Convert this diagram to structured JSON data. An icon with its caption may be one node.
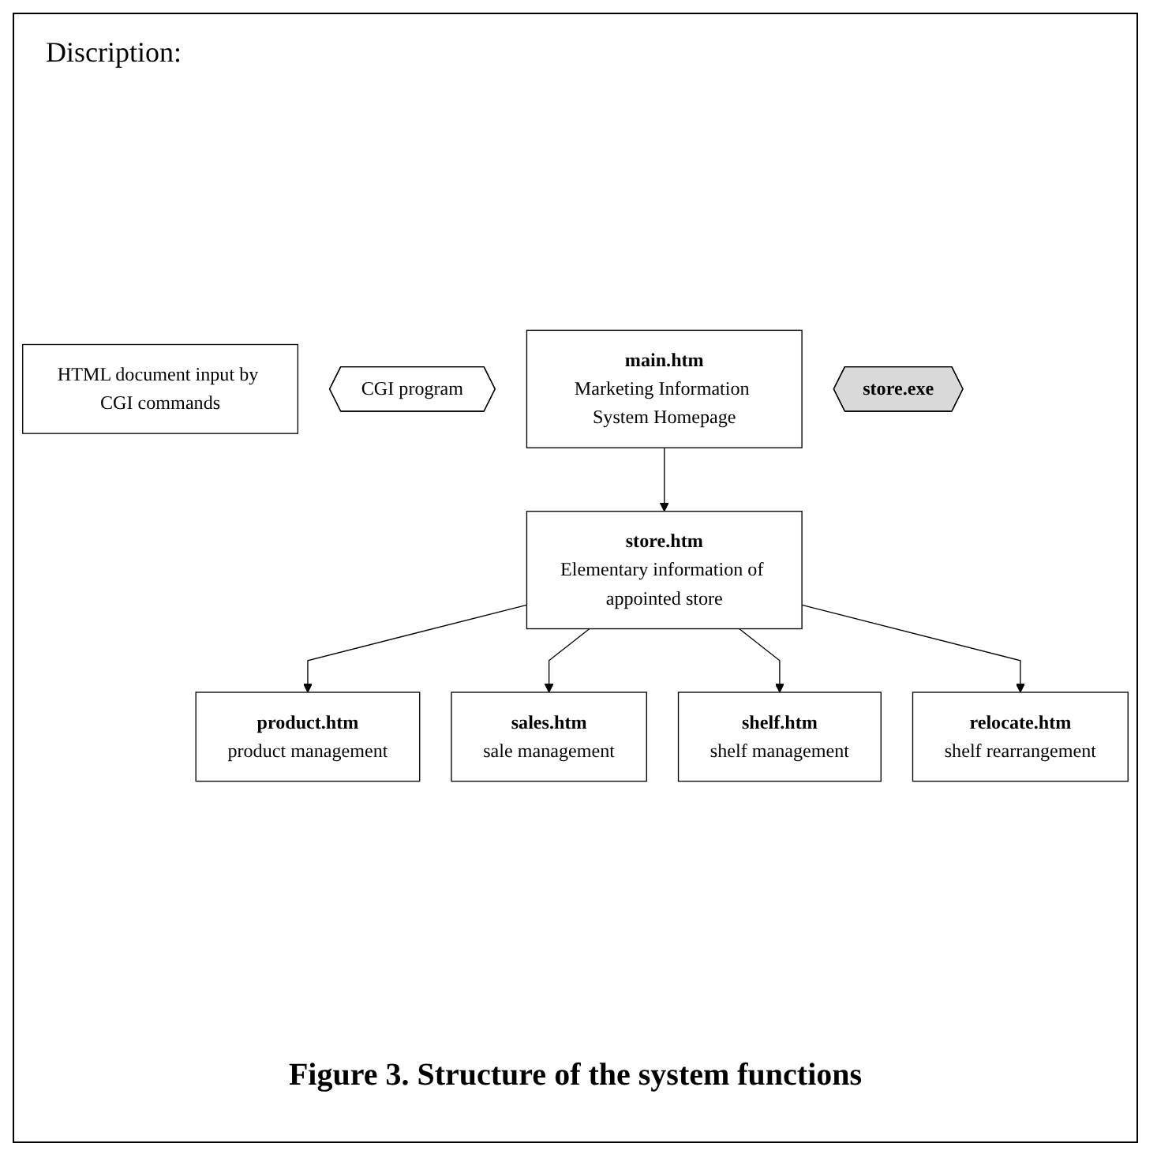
{
  "diagram": {
    "caption": "Figure 3.  Structure of the system functions",
    "nodes": [
      {
        "text": [
          "HTML document input by CGI commands"
        ]
      },
      {
        "text": [
          "CGI program"
        ]
      },
      {
        "text": [
          "main.htm",
          "Marketing Information System Homepage"
        ]
      },
      {
        "text": [
          "store.exe"
        ]
      },
      {
        "text": [
          "store.htm",
          "Elementary information of appointed store"
        ]
      },
      {
        "text": [
          "product.htm",
          "product management"
        ]
      },
      {
        "text": [
          "sales.htm",
          "sale management"
        ]
      },
      {
        "text": [
          "shelf.htm",
          "shelf management"
        ]
      },
      {
        "text": [
          "relocate.htm",
          "shelf rearrangement"
        ]
      }
    ],
    "edges": [
      {
        "from": 2,
        "to": 4,
        "arrow": "to"
      },
      {
        "from": 4,
        "to": 5,
        "arrow": "to"
      },
      {
        "from": 4,
        "to": 6,
        "arrow": "to"
      },
      {
        "from": 4,
        "to": 7,
        "arrow": "to"
      },
      {
        "from": 4,
        "to": 8,
        "arrow": "to"
      }
    ],
    "labels": [
      "Discription:"
    ]
  }
}
